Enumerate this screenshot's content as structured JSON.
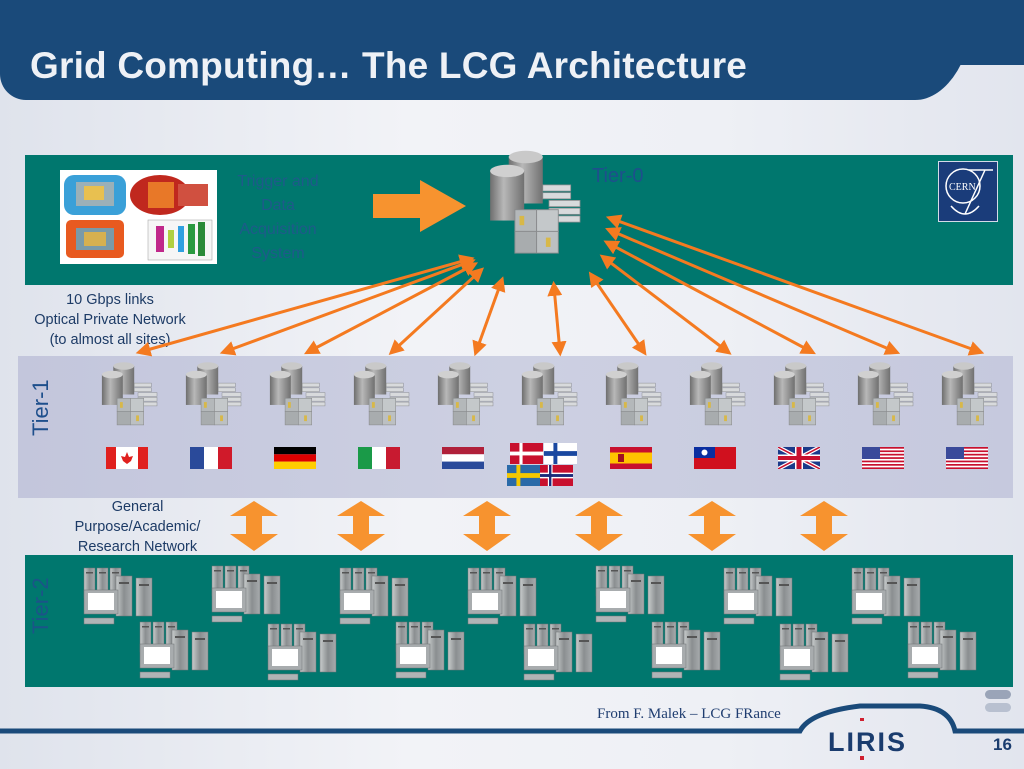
{
  "slide": {
    "title": "Grid Computing…  The LCG Architecture",
    "page_number": "16",
    "source_credit": "From F. Malek – LCG FRance",
    "logo_text": "LIRIS"
  },
  "tier0": {
    "label": "Tier-0",
    "daq_label": "Trigger and Data Acquisition System",
    "daq_lines": [
      "Trigger and",
      "Data",
      "Acquisition",
      "System"
    ],
    "logo": "CERN",
    "detector_image": "LHC experiment detectors"
  },
  "links_note": {
    "lines": [
      "10 Gbps links",
      "Optical Private Network",
      "(to almost all sites)"
    ]
  },
  "tier1": {
    "label": "Tier-1",
    "sites": [
      {
        "flags": [
          "canada"
        ]
      },
      {
        "flags": [
          "france"
        ]
      },
      {
        "flags": [
          "germany"
        ]
      },
      {
        "flags": [
          "italy"
        ]
      },
      {
        "flags": [
          "netherlands"
        ]
      },
      {
        "flags": [
          "denmark",
          "finland",
          "sweden",
          "norway"
        ]
      },
      {
        "flags": [
          "spain"
        ]
      },
      {
        "flags": [
          "taiwan"
        ]
      },
      {
        "flags": [
          "united-kingdom"
        ]
      },
      {
        "flags": [
          "united-states"
        ]
      },
      {
        "flags": [
          "united-states"
        ]
      }
    ]
  },
  "network_note": {
    "lines": [
      "General",
      "Purpose/Academic/",
      "Research Network"
    ]
  },
  "tier2": {
    "label": "Tier-2",
    "cluster_count": 14
  },
  "colors": {
    "title_bar": "#1a4a7a",
    "teal_band": "#00776e",
    "tier1_band": "#c8cbe0",
    "arrow_orange": "#f47a20",
    "big_arrow_orange": "#f7932f",
    "label_blue": "#1e4f8c"
  }
}
